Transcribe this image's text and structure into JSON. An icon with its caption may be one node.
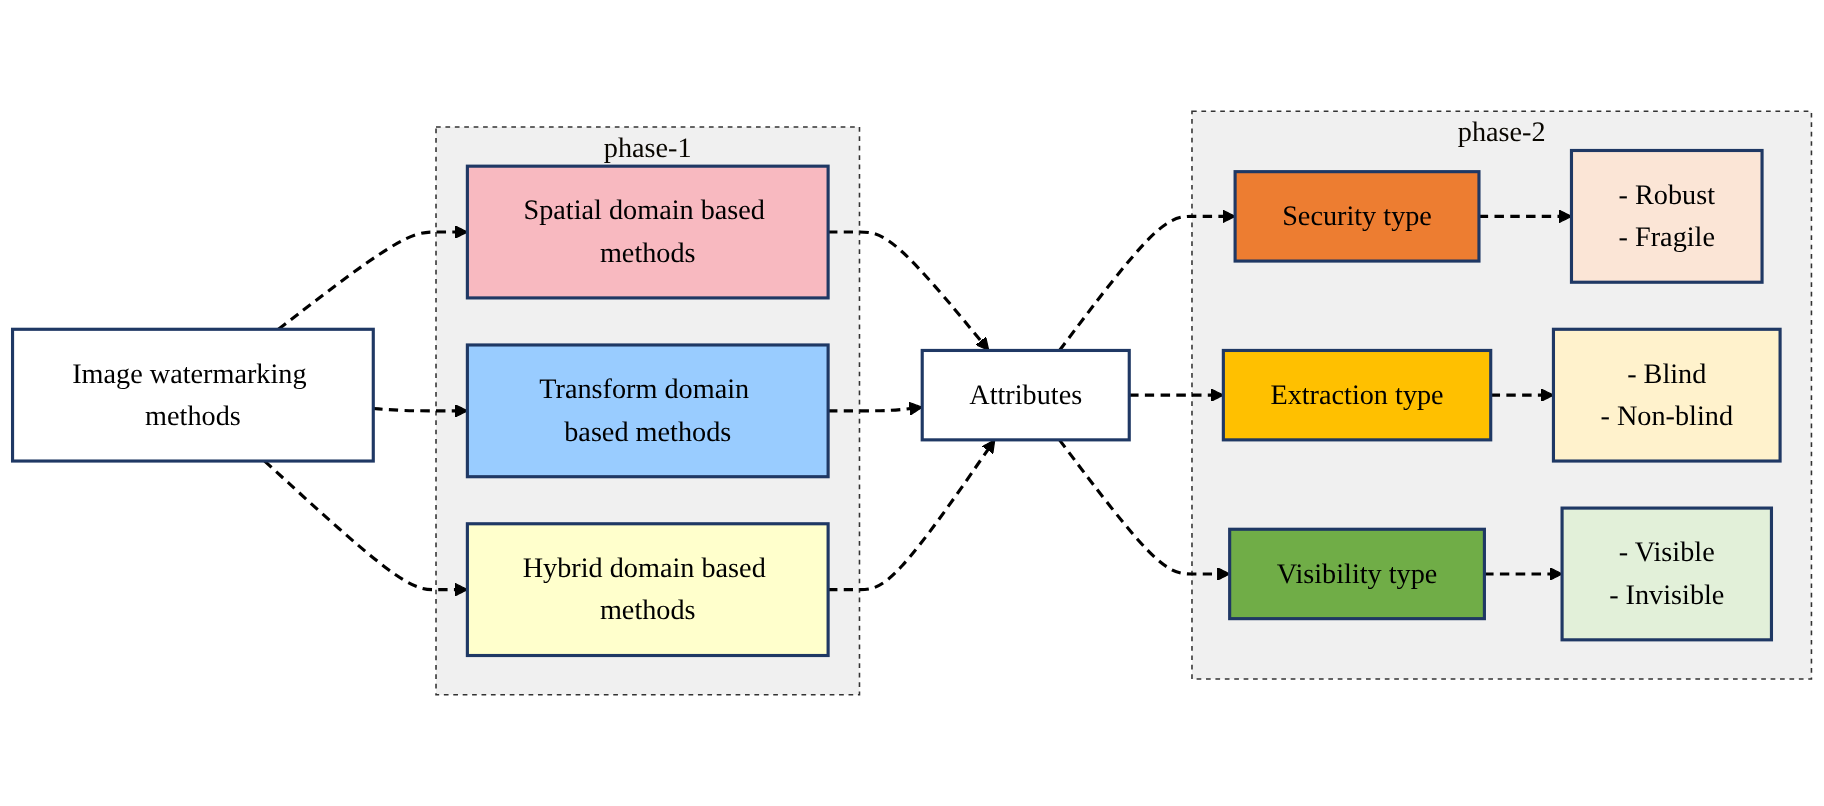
{
  "diagram": {
    "nodes": [
      {
        "text": [
          "Image watermarking methods"
        ]
      },
      {
        "text": [
          "phase-1"
        ]
      },
      {
        "text": [
          "Spatial domain based methods"
        ],
        "in": 1
      },
      {
        "text": [
          "Transform domain based methods"
        ],
        "in": 1
      },
      {
        "text": [
          "Hybrid domain based methods"
        ],
        "in": 1
      },
      {
        "text": [
          "Attributes"
        ]
      },
      {
        "text": [
          "phase-2"
        ]
      },
      {
        "text": [
          "Security type"
        ],
        "in": 6
      },
      {
        "text": [
          "Extraction type"
        ],
        "in": 6
      },
      {
        "text": [
          "Visibility type"
        ],
        "in": 6
      },
      {
        "text": [
          "- Robust",
          "- Fragile"
        ],
        "in": 6
      },
      {
        "text": [
          "- Blind",
          "- Non-blind"
        ],
        "in": 6
      },
      {
        "text": [
          "- Visible",
          "- Invisible"
        ],
        "in": 6
      }
    ],
    "edges": [
      {
        "from": 0,
        "to": 2,
        "arrow": "to",
        "style": "dashed"
      },
      {
        "from": 0,
        "to": 3,
        "arrow": "to",
        "style": "dashed"
      },
      {
        "from": 0,
        "to": 4,
        "arrow": "to",
        "style": "dashed"
      },
      {
        "from": 2,
        "to": 5,
        "arrow": "to",
        "style": "dashed"
      },
      {
        "from": 3,
        "to": 5,
        "arrow": "to",
        "style": "dashed"
      },
      {
        "from": 4,
        "to": 5,
        "arrow": "to",
        "style": "dashed"
      },
      {
        "from": 5,
        "to": 7,
        "arrow": "to",
        "style": "dashed"
      },
      {
        "from": 5,
        "to": 8,
        "arrow": "to",
        "style": "dashed"
      },
      {
        "from": 5,
        "to": 9,
        "arrow": "to",
        "style": "dashed"
      },
      {
        "from": 7,
        "to": 10,
        "arrow": "to",
        "style": "dashed"
      },
      {
        "from": 8,
        "to": 11,
        "arrow": "to",
        "style": "dashed"
      },
      {
        "from": 9,
        "to": 12,
        "arrow": "to",
        "style": "dashed"
      }
    ]
  }
}
